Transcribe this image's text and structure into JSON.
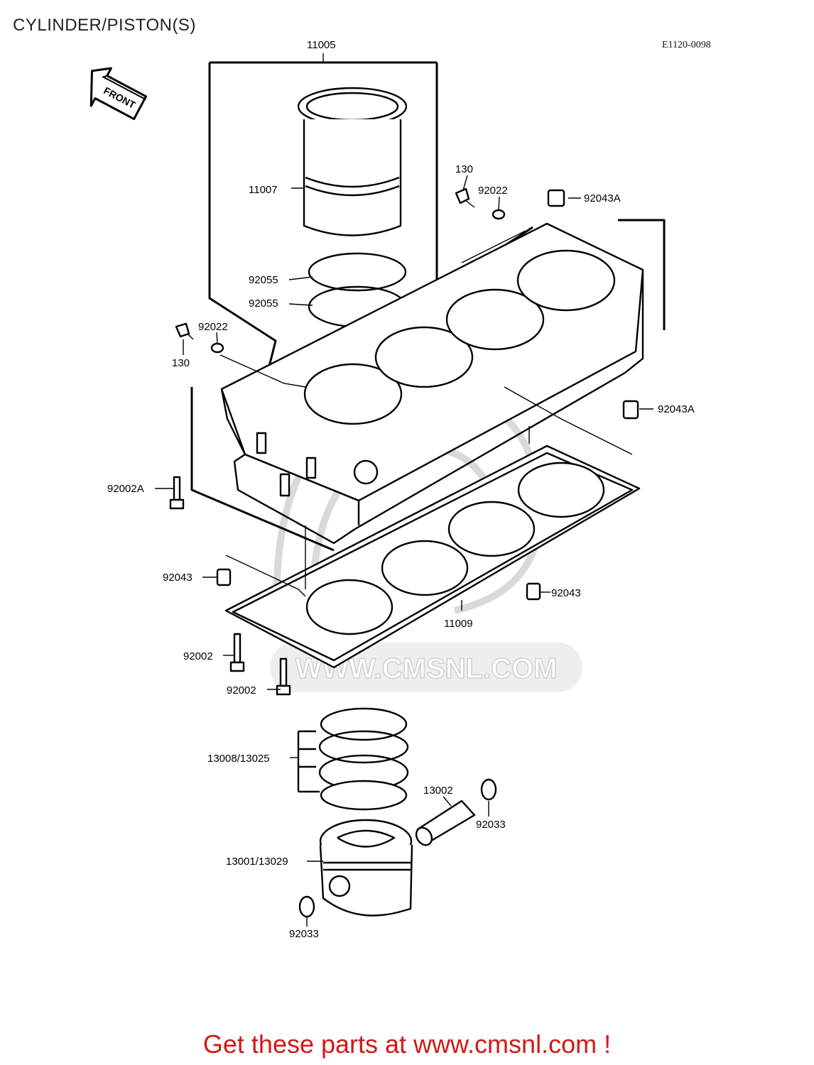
{
  "header": {
    "title": "CYLINDER/PISTON(S)",
    "diagram_code": "E1120-0098"
  },
  "front_indicator": "FRONT",
  "watermark": "WWW.CMSNL.COM",
  "parts": {
    "p11005": "11005",
    "p11007": "11007",
    "p130_top": "130",
    "p92022_top": "92022",
    "p92043A_top": "92043A",
    "p92055_a": "92055",
    "p92055_b": "92055",
    "p92022_left": "92022",
    "p130_left": "130",
    "p92043A_right": "92043A",
    "p92002A": "92002A",
    "p92043_left": "92043",
    "p92043_right": "92043",
    "p11009": "11009",
    "p92002_a": "92002",
    "p92002_b": "92002",
    "p13008": "13008/13025",
    "p13002": "13002",
    "p92033_right": "92033",
    "p13001": "13001/13029",
    "p92033_bottom": "92033"
  },
  "footer": {
    "text": "Get these parts at www.cmsnl.com !"
  },
  "colors": {
    "footer_red": "#d11818",
    "line_black": "#000000",
    "watermark_gray": "#d9d9d9"
  }
}
